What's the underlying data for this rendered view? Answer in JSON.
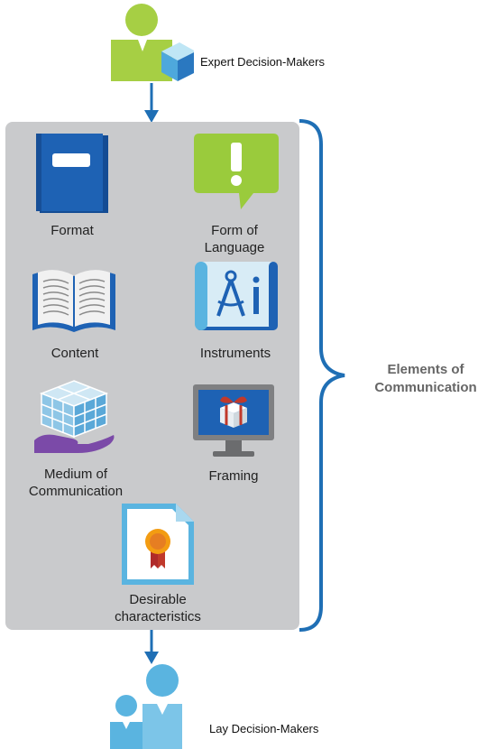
{
  "top_actor": {
    "label": "Expert Decision-Makers",
    "icon": "expert-person-icon"
  },
  "bottom_actor": {
    "label": "Lay Decision-Makers",
    "icon": "lay-people-icon"
  },
  "group_label_line1": "Elements of",
  "group_label_line2": "Communication",
  "elements": {
    "format": {
      "line1": "Format",
      "line2": "",
      "icon": "book-icon"
    },
    "form_of_language": {
      "line1": "Form of",
      "line2": "Language",
      "icon": "exclamation-speech-bubble-icon"
    },
    "content": {
      "line1": "Content",
      "line2": "",
      "icon": "open-book-icon"
    },
    "instruments": {
      "line1": "Instruments",
      "line2": "",
      "icon": "blueprint-compass-icon"
    },
    "medium": {
      "line1": "Medium of",
      "line2": "Communication",
      "icon": "hand-cube-icon"
    },
    "framing": {
      "line1": "Framing",
      "line2": "",
      "icon": "monitor-gift-icon"
    },
    "desirable": {
      "line1": "Desirable",
      "line2": "characteristics",
      "icon": "certificate-ribbon-icon"
    }
  },
  "colors": {
    "arrow": "#1f6fb5",
    "panel": "#c9cacc",
    "brace": "#1f6fb5",
    "green": "#9acb3c",
    "blue_dark": "#1e62b4",
    "blue_light": "#5ab4e0"
  }
}
